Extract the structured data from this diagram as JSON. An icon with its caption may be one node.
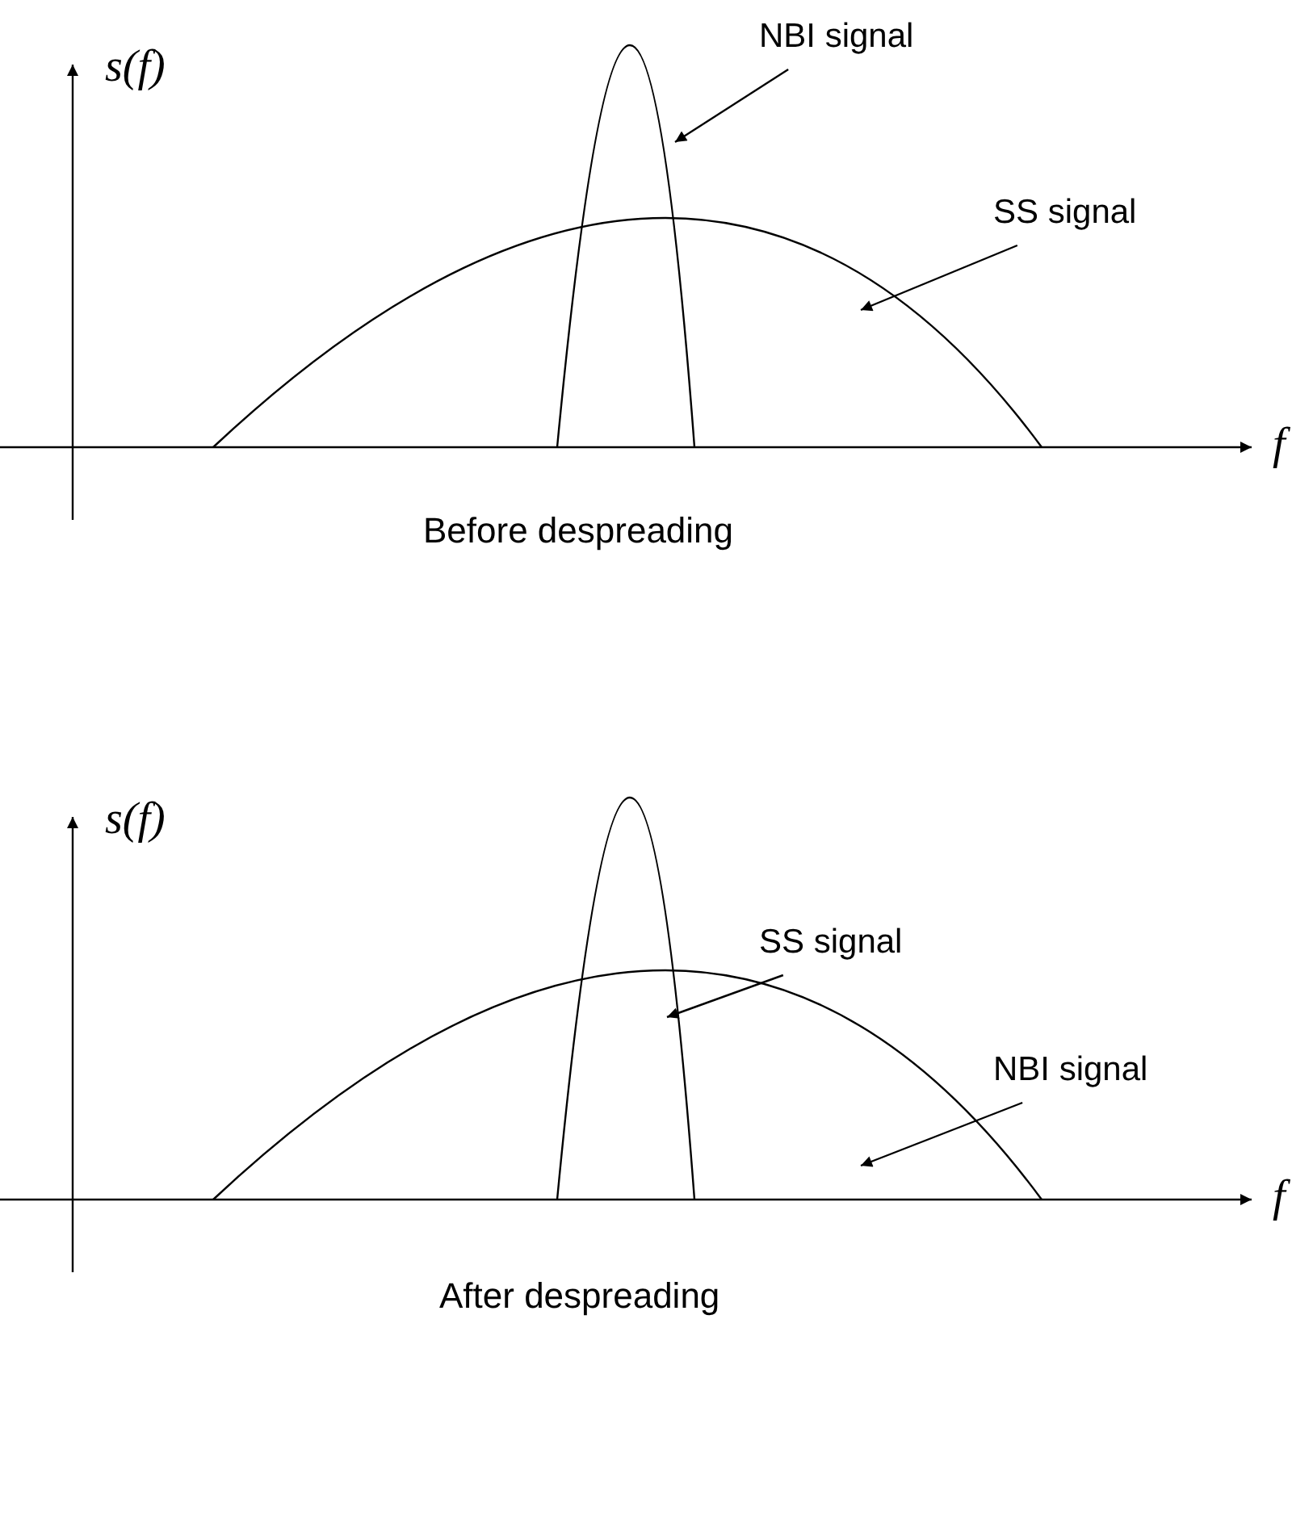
{
  "diagram": {
    "nodes": [
      {
        "text": [
          "NBI signal"
        ]
      },
      {
        "text": [],
        "shape": "curve"
      },
      {
        "text": [
          "SS signal"
        ]
      },
      {
        "text": [],
        "shape": "curve"
      },
      {
        "text": [
          "SS signal"
        ]
      },
      {
        "text": [],
        "shape": "curve"
      },
      {
        "text": [
          "NBI signal"
        ]
      },
      {
        "text": [],
        "shape": "curve"
      }
    ],
    "edges": [
      {
        "from": 0,
        "to": 1,
        "arrow": "to"
      },
      {
        "from": 2,
        "to": 3,
        "arrow": "to"
      },
      {
        "from": 4,
        "to": 5,
        "arrow": "to"
      },
      {
        "from": 6,
        "to": 7,
        "arrow": "to"
      }
    ],
    "labels": [
      "s(f)",
      "f",
      "Before despreading",
      "s(f)",
      "f",
      "After despreading"
    ]
  }
}
